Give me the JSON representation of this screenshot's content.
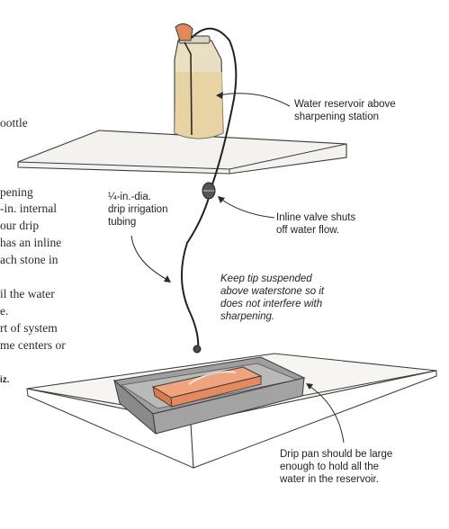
{
  "left_column_fragments": [
    "oottle",
    "pening",
    "-in. internal",
    "our drip",
    "has an inline",
    "ach stone in",
    "il the water",
    "e.",
    "rt of system",
    "me centers or"
  ],
  "left_bold_fragment": "iz.",
  "callouts": {
    "reservoir": [
      "Water reservoir above",
      "sharpening station"
    ],
    "tubing": [
      "¼-in.-dia.",
      "drip irrigation",
      "tubing"
    ],
    "valve": [
      "Inline valve shuts",
      "off water flow."
    ],
    "tip": [
      "Keep tip suspended",
      "above waterstone so it",
      "does not interfere with",
      "sharpening."
    ],
    "drip_pan": [
      "Drip pan should be large",
      "enough to hold all the",
      "water in the reservoir."
    ]
  },
  "colors": {
    "ink": "#2b2b2b",
    "shelf": "#f4f2ee",
    "bottle": "#eadfc2",
    "water": "#e7cf9a",
    "cap": "#e08a5c",
    "pan": "#a9a9a9",
    "pan_dark": "#7f7f7f",
    "stone": "#e58a5e"
  }
}
